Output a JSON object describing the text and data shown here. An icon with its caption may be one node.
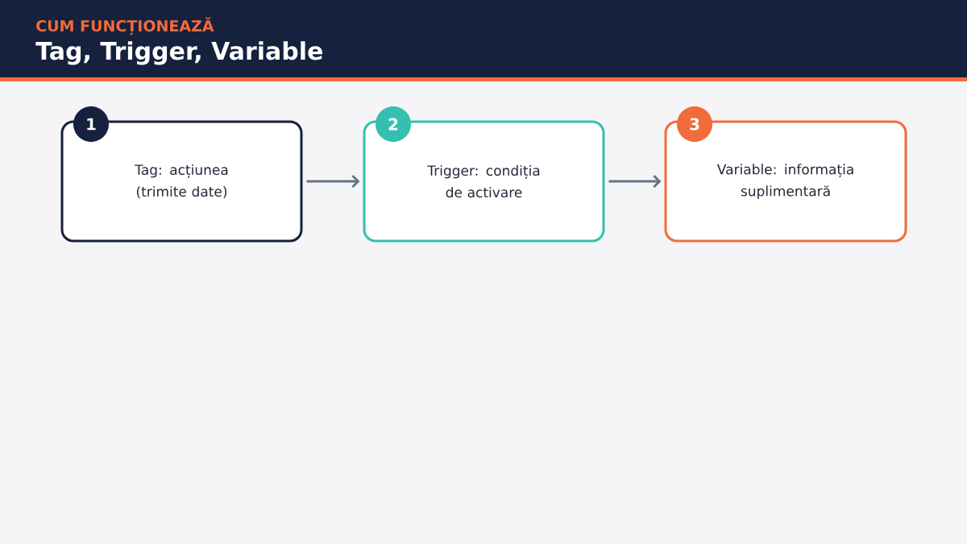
{
  "diagram": {
    "title": "Tag, Trigger, Variable",
    "nodes": [
      {
        "text": [
          "1",
          "Tag: acțiunea (trimite date)"
        ]
      },
      {
        "text": [
          "2",
          "Trigger: condiția de activare"
        ]
      },
      {
        "text": [
          "3",
          "Variable: informația suplimentară"
        ]
      }
    ],
    "edges": [
      {
        "from": 0,
        "to": 1,
        "arrow": "to"
      },
      {
        "from": 1,
        "to": 2,
        "arrow": "to"
      }
    ],
    "labels": [
      "CUM FUNCȚIONEAZĂ"
    ]
  }
}
